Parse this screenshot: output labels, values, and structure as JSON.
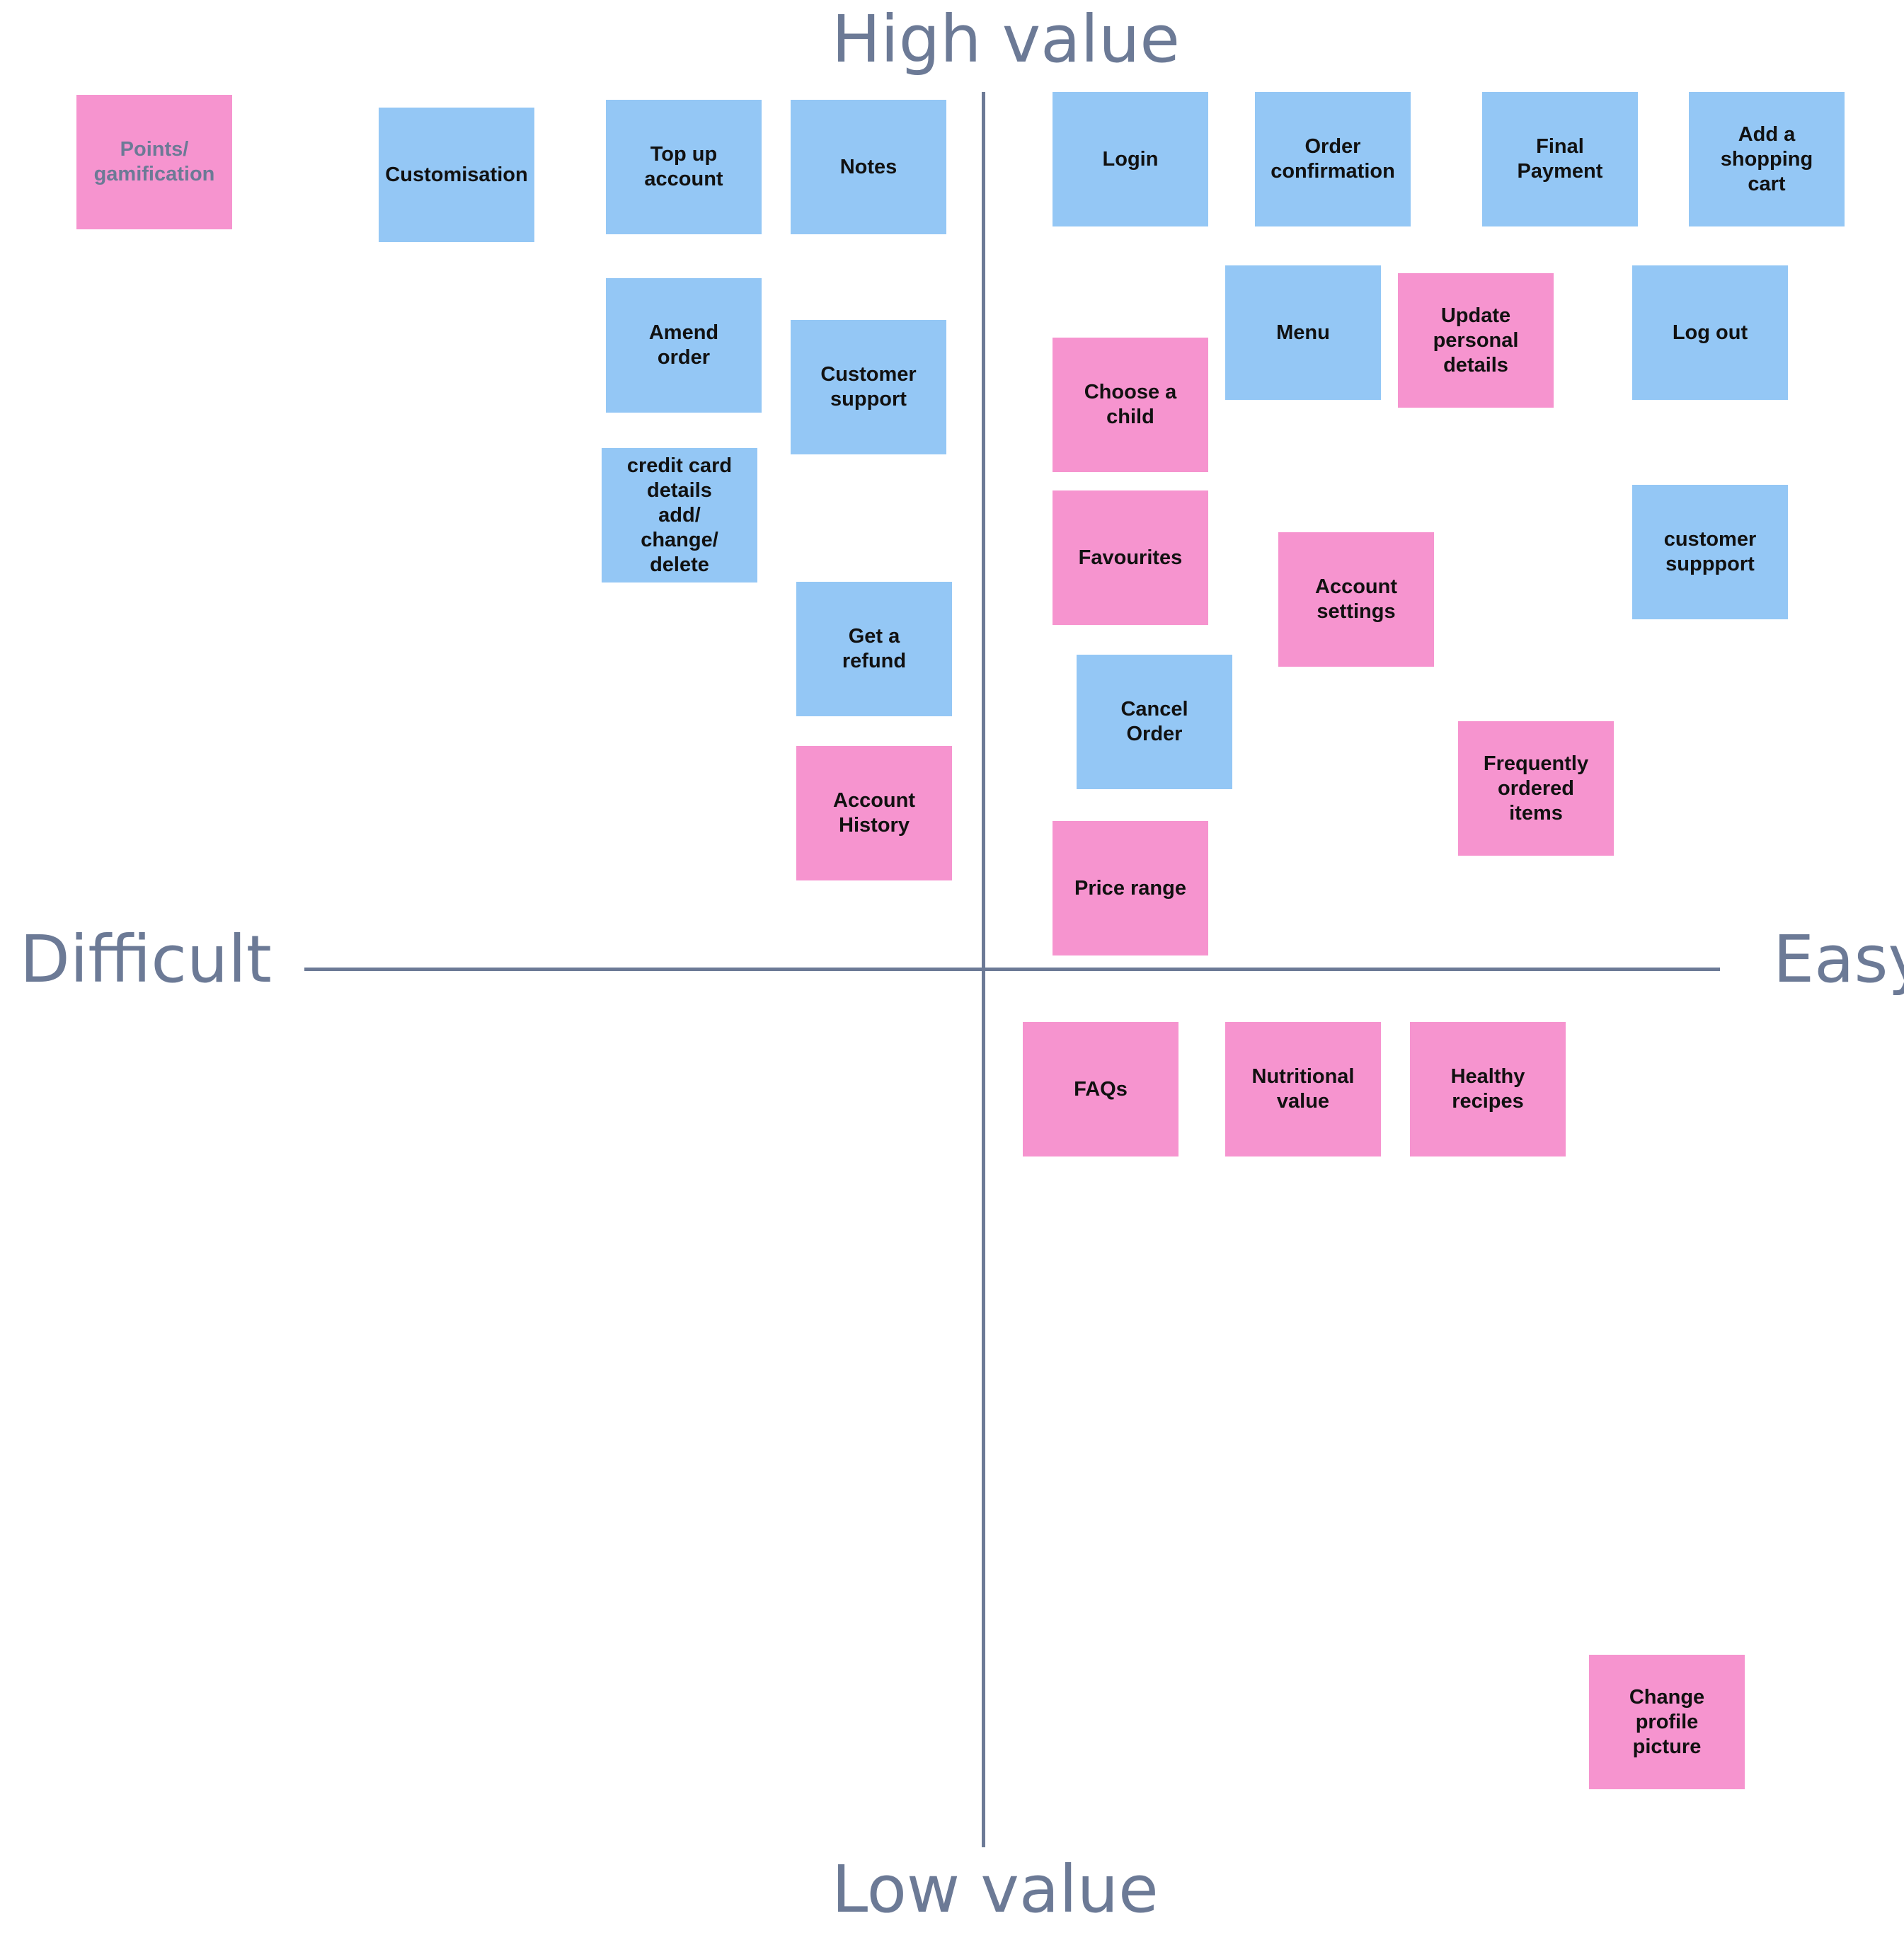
{
  "axes": {
    "top": "High value",
    "bottom": "Low value",
    "left": "Difficult",
    "right": "Easy"
  },
  "colors": {
    "axis": "#6c7a96",
    "blue_note": "#94c7f5",
    "pink_note": "#f694cf"
  },
  "notes": [
    {
      "id": "points",
      "text": "Points/\ngamification",
      "color": "pink"
    },
    {
      "id": "customisation",
      "text": "Customisation",
      "color": "blue"
    },
    {
      "id": "topup",
      "text": "Top up\naccount",
      "color": "blue"
    },
    {
      "id": "notes",
      "text": "Notes",
      "color": "blue"
    },
    {
      "id": "login",
      "text": "Login",
      "color": "blue"
    },
    {
      "id": "orderconf",
      "text": "Order\nconfirmation",
      "color": "blue"
    },
    {
      "id": "finalpay",
      "text": "Final\nPayment",
      "color": "blue"
    },
    {
      "id": "cart",
      "text": "Add a\nshopping\ncart",
      "color": "blue"
    },
    {
      "id": "amend",
      "text": "Amend\norder",
      "color": "blue"
    },
    {
      "id": "custsupport",
      "text": "Customer\nsupport",
      "color": "blue"
    },
    {
      "id": "menu",
      "text": "Menu",
      "color": "blue"
    },
    {
      "id": "updatepersonal",
      "text": "Update\npersonal\ndetails",
      "color": "pink"
    },
    {
      "id": "logout",
      "text": "Log out",
      "color": "blue"
    },
    {
      "id": "choosechild",
      "text": "Choose a\nchild",
      "color": "pink"
    },
    {
      "id": "creditcard",
      "text": "credit card\ndetails\nadd/\nchange/\ndelete",
      "color": "blue"
    },
    {
      "id": "favourites",
      "text": "Favourites",
      "color": "pink"
    },
    {
      "id": "accountsettings",
      "text": "Account\nsettings",
      "color": "pink"
    },
    {
      "id": "custsuppport2",
      "text": "customer\nsuppport",
      "color": "blue"
    },
    {
      "id": "refund",
      "text": "Get a\nrefund",
      "color": "blue"
    },
    {
      "id": "cancel",
      "text": "Cancel\nOrder",
      "color": "blue"
    },
    {
      "id": "frequent",
      "text": "Frequently\nordered\nitems",
      "color": "pink"
    },
    {
      "id": "history",
      "text": "Account\nHistory",
      "color": "pink"
    },
    {
      "id": "price",
      "text": "Price range",
      "color": "pink"
    },
    {
      "id": "faqs",
      "text": "FAQs",
      "color": "pink"
    },
    {
      "id": "nutrition",
      "text": "Nutritional\nvalue",
      "color": "pink"
    },
    {
      "id": "recipes",
      "text": "Healthy\nrecipes",
      "color": "pink"
    },
    {
      "id": "profilepic",
      "text": "Change\nprofile\npicture",
      "color": "pink"
    }
  ]
}
